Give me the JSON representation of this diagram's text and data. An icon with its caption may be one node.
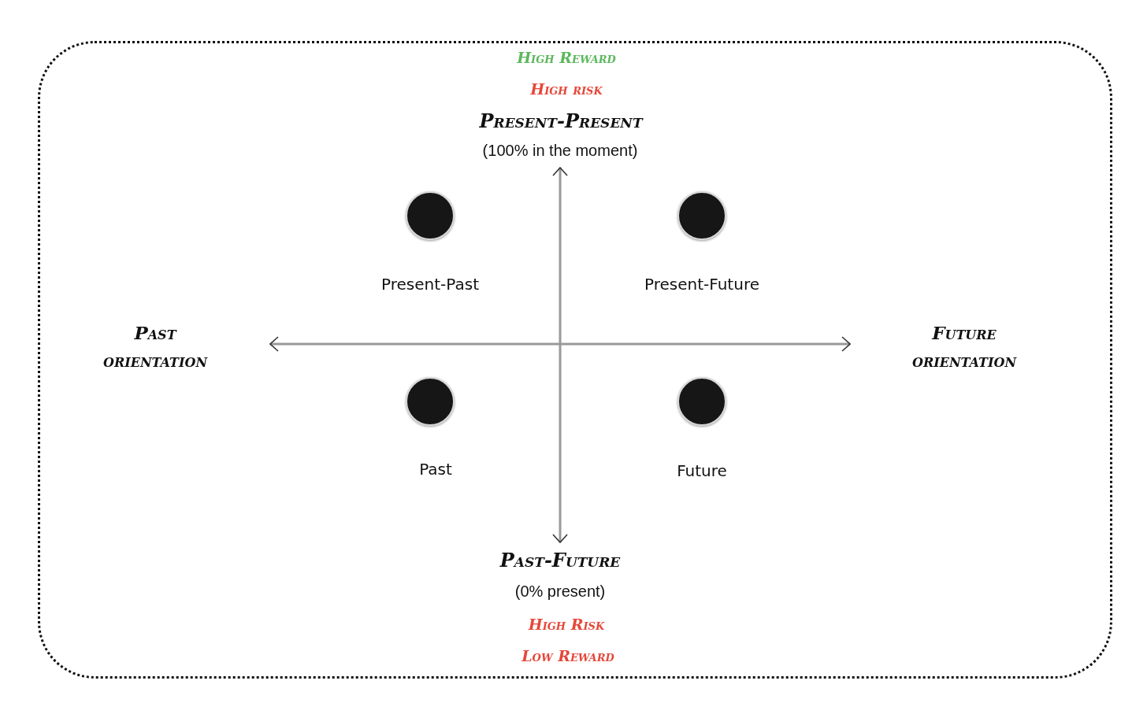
{
  "diagram": {
    "nodes": [
      {
        "text": [],
        "shape": "circle",
        "beside": [
          "Present-Past"
        ]
      },
      {
        "text": [],
        "shape": "circle",
        "beside": [
          "Present-Future"
        ]
      },
      {
        "text": [],
        "shape": "circle",
        "beside": [
          "Past"
        ]
      },
      {
        "text": [],
        "shape": "circle",
        "beside": [
          "Future"
        ]
      }
    ],
    "edges": [],
    "labels": [
      "High Reward",
      "High risk",
      "Present-Present",
      "(100% in the moment)",
      "Past orientation",
      "Future orientation",
      "Past-Future",
      "(0% present)",
      "High Risk",
      "Low Reward"
    ]
  }
}
